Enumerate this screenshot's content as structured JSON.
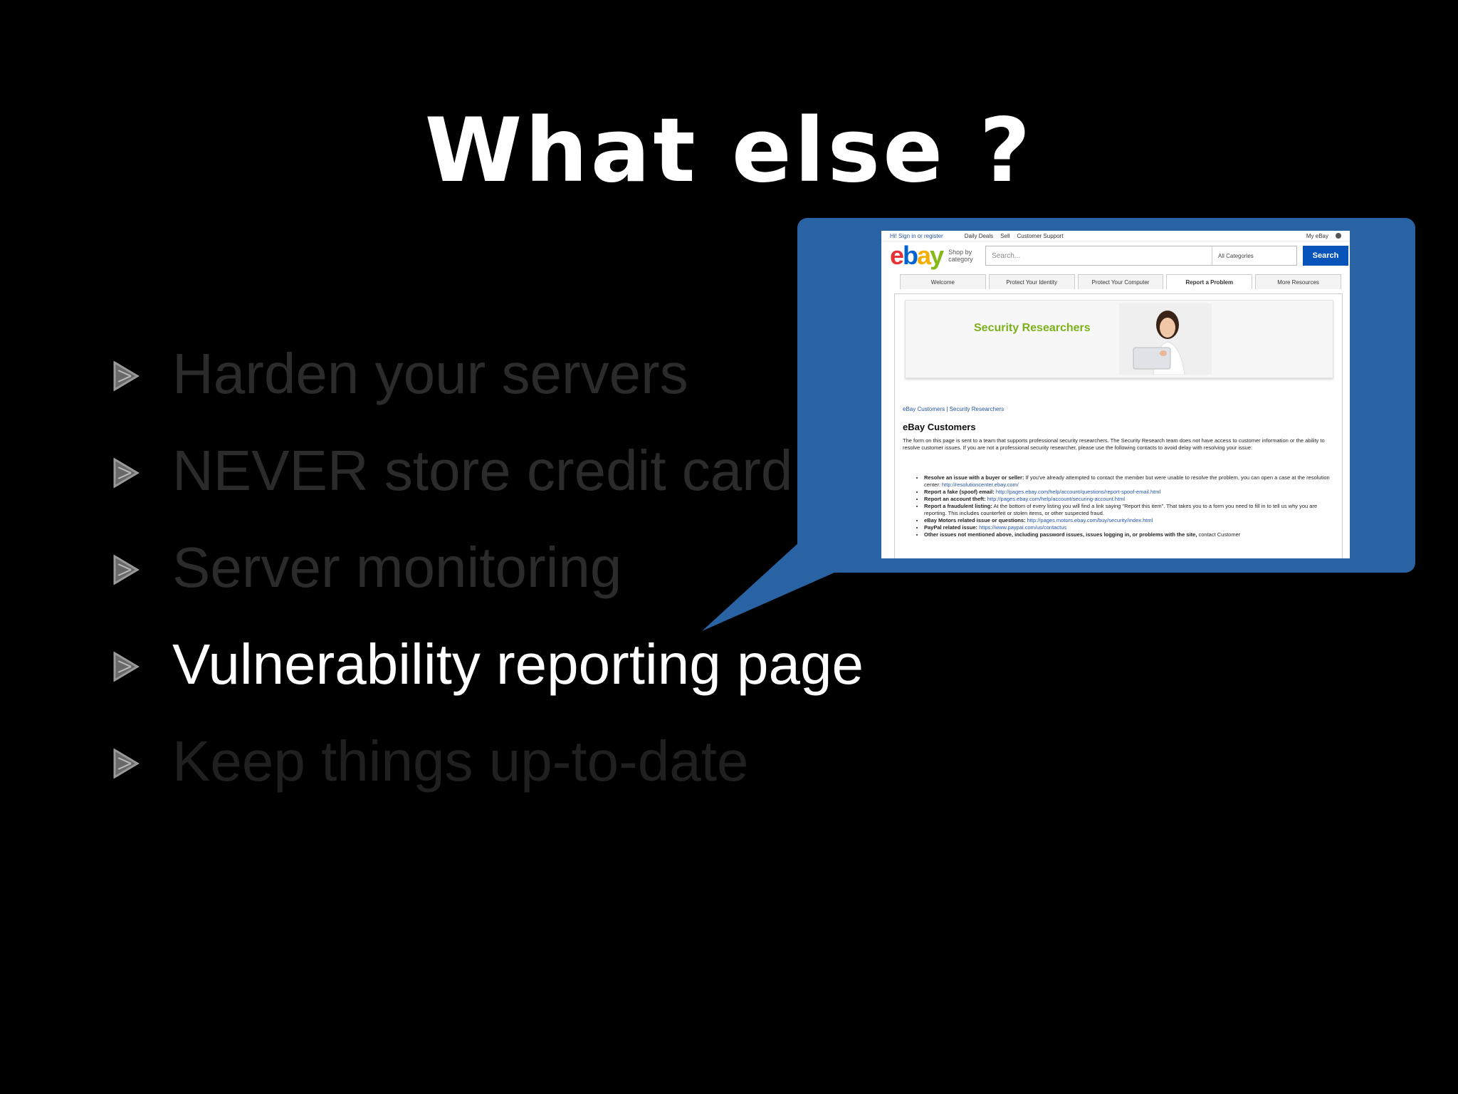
{
  "slide": {
    "title": "What else ?",
    "bullets": [
      {
        "label": "Harden your servers",
        "state": "dim"
      },
      {
        "label": "NEVER store credit card",
        "state": "dim"
      },
      {
        "label": "Server monitoring",
        "state": "dim"
      },
      {
        "label": "Vulnerability reporting page",
        "state": "active"
      },
      {
        "label": "Keep things up-to-date",
        "state": "dimmer"
      }
    ]
  },
  "colors": {
    "background": "#000000",
    "callout": "#2a63a4",
    "active_text": "#ffffff",
    "dim_text": "#2b2b2b"
  },
  "screenshot": {
    "topbar": {
      "signin": "Hi! Sign in or register",
      "daily": "Daily Deals",
      "sell": "Sell",
      "support": "Customer Support",
      "myebay": "My eBay"
    },
    "logo": {
      "e": "e",
      "b": "b",
      "a": "a",
      "y": "y"
    },
    "shop_by": "Shop by category",
    "search_placeholder": "Search...",
    "all_categories": "All Categories",
    "search_button": "Search",
    "tabs": [
      "Welcome",
      "Protect Your Identity",
      "Protect Your Computer",
      "Report a Problem",
      "More Resources"
    ],
    "banner_title": "Security Researchers",
    "breadcrumb": "eBay Customers | Security Researchers",
    "heading": "eBay Customers",
    "intro": "The form on this page is sent to a team that supports professional security researchers. The Security Research team does not have access to customer information or the ability to resolve customer issues. If you are not a professional security researcher, please use the following contacts to avoid delay with resolving your issue:",
    "items": [
      {
        "bold": "Resolve an issue with a buyer or seller:",
        "text": " If you've already attempted to contact the member but were unable to resolve the problem, you can open a case at the resolution center: ",
        "link": "http://resolutioncenter.ebay.com/"
      },
      {
        "bold": "Report a fake (spoof) email:",
        "text": " ",
        "link": "http://pages.ebay.com/help/account/questions/report-spoof-email.html"
      },
      {
        "bold": "Report an account theft:",
        "text": " ",
        "link": "http://pages.ebay.com/help/account/securing-account.html"
      },
      {
        "bold": "Report a fraudulent listing:",
        "text": " At the bottom of every listing you will find a link saying \"Report this item\". That takes you to a form you need to fill in to tell us why you are reporting. This includes counterfeit or stolen items, or other suspected fraud.",
        "link": ""
      },
      {
        "bold": "eBay Motors related issue or questions:",
        "text": " ",
        "link": "http://pages.motors.ebay.com/buy/security/index.html"
      },
      {
        "bold": "PayPal related issue:",
        "text": " ",
        "link": "https://www.paypal.com/us/contactus"
      },
      {
        "bold": "Other issues not mentioned above, including password issues, issues logging in, or problems with the site,",
        "text": " contact Customer",
        "link": ""
      }
    ]
  }
}
